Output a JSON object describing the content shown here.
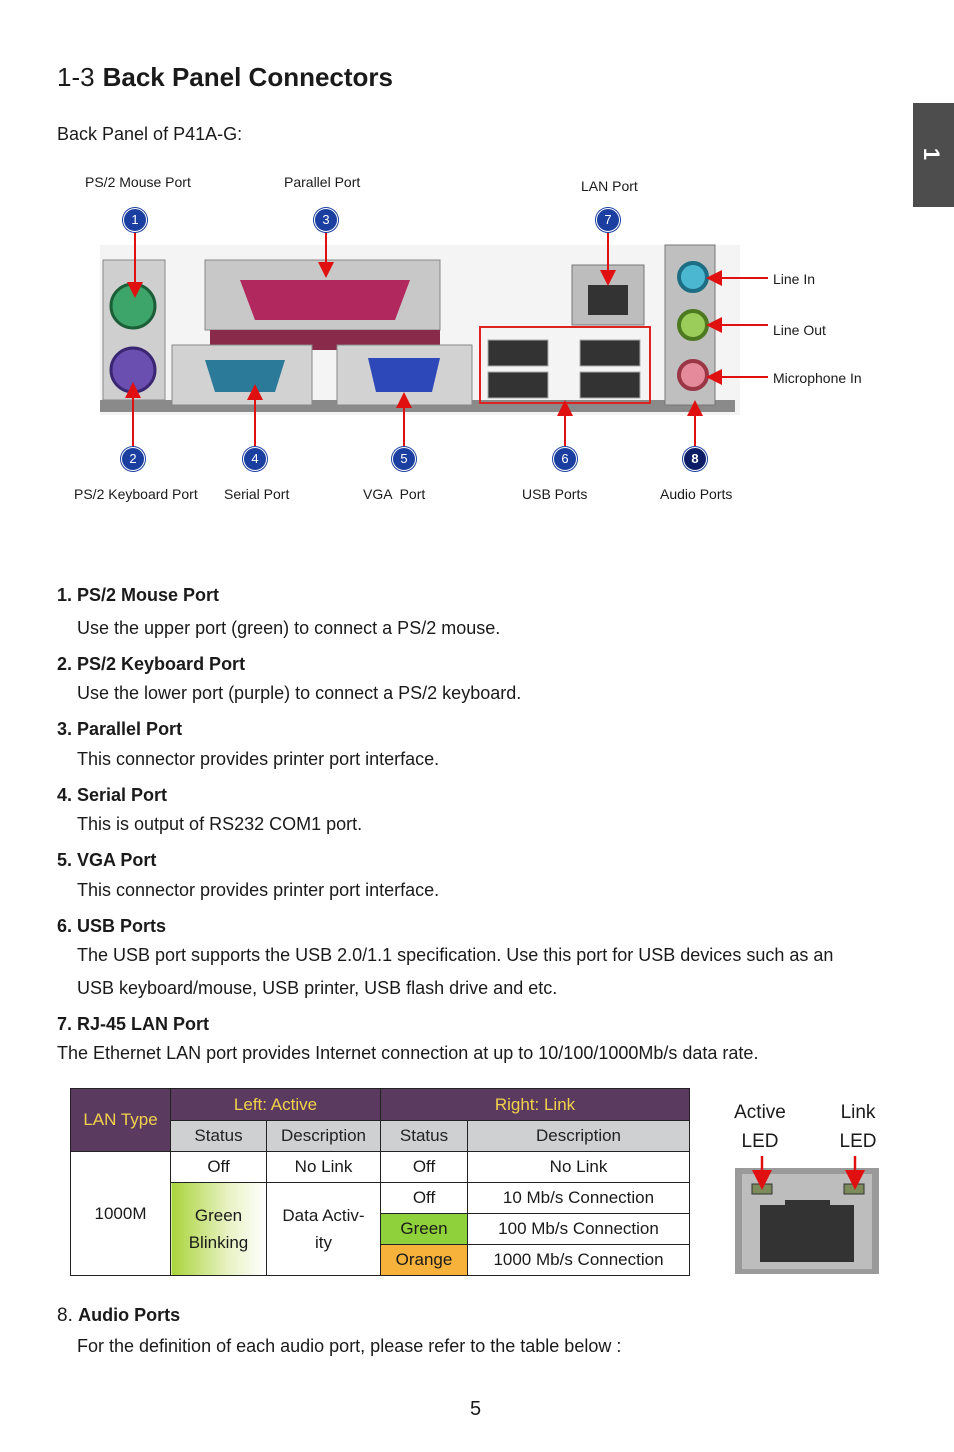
{
  "side_tab": "1",
  "title": {
    "number": "1-3",
    "text": "Back Panel Connectors"
  },
  "intro": "Back Panel of P41A-G:",
  "diagram": {
    "top_labels": [
      "PS/2 Mouse Port",
      "Parallel Port",
      "LAN Port"
    ],
    "right_labels": [
      "Line In",
      "Line Out",
      "Microphone In"
    ],
    "bottom_labels": [
      "PS/2 Keyboard Port",
      "Serial Port",
      "VGA  Port",
      "USB Ports",
      "Audio Ports"
    ],
    "badges": [
      "1",
      "2",
      "3",
      "4",
      "5",
      "6",
      "7",
      "8"
    ]
  },
  "sections": [
    {
      "heading": "1. PS/2 Mouse Port",
      "body": [
        "Use the upper port (green) to connect a PS/2 mouse."
      ]
    },
    {
      "heading": "2. PS/2 Keyboard Port",
      "body": [
        "Use the lower port (purple) to connect a PS/2 keyboard."
      ]
    },
    {
      "heading": "3. Parallel Port",
      "body": [
        "This connector provides printer port interface."
      ]
    },
    {
      "heading": "4. Serial Port",
      "body": [
        "This is output of RS232 COM1 port."
      ]
    },
    {
      "heading": "5. VGA Port",
      "body": [
        "This connector provides printer port interface."
      ]
    },
    {
      "heading": "6. USB Ports",
      "body": [
        "The USB port supports the USB 2.0/1.1 specification. Use this port for USB devices such as an",
        "USB keyboard/mouse, USB printer, USB flash drive and etc."
      ]
    },
    {
      "heading": "7. RJ-45 LAN Port",
      "body": [
        "The Ethernet LAN port provides Internet connection at up to 10/100/1000Mb/s data rate."
      ]
    }
  ],
  "lan_table": {
    "lan_type": "LAN Type",
    "left_header": "Left: Active",
    "right_header": "Right: Link",
    "status": "Status",
    "description": "Description",
    "speed": "1000M",
    "rows": {
      "off": "Off",
      "no_link": "No Link",
      "green_blinking_1": "Green",
      "green_blinking_2": "Blinking",
      "data_activity_1": "Data Activ-",
      "data_activity_2": "ity",
      "off_10": "Off",
      "desc_10": "10 Mb/s Connection",
      "green_100": "Green",
      "desc_100": "100 Mb/s Connection",
      "orange_1000": "Orange",
      "desc_1000": "1000 Mb/s Connection"
    }
  },
  "led_labels": {
    "active_1": "Active",
    "active_2": "LED",
    "link_1": "Link",
    "link_2": "LED"
  },
  "section8": {
    "num": "8.",
    "heading": "Audio Ports",
    "body": "For the definition of each audio port, please refer to the table below :"
  },
  "page_number": "5"
}
